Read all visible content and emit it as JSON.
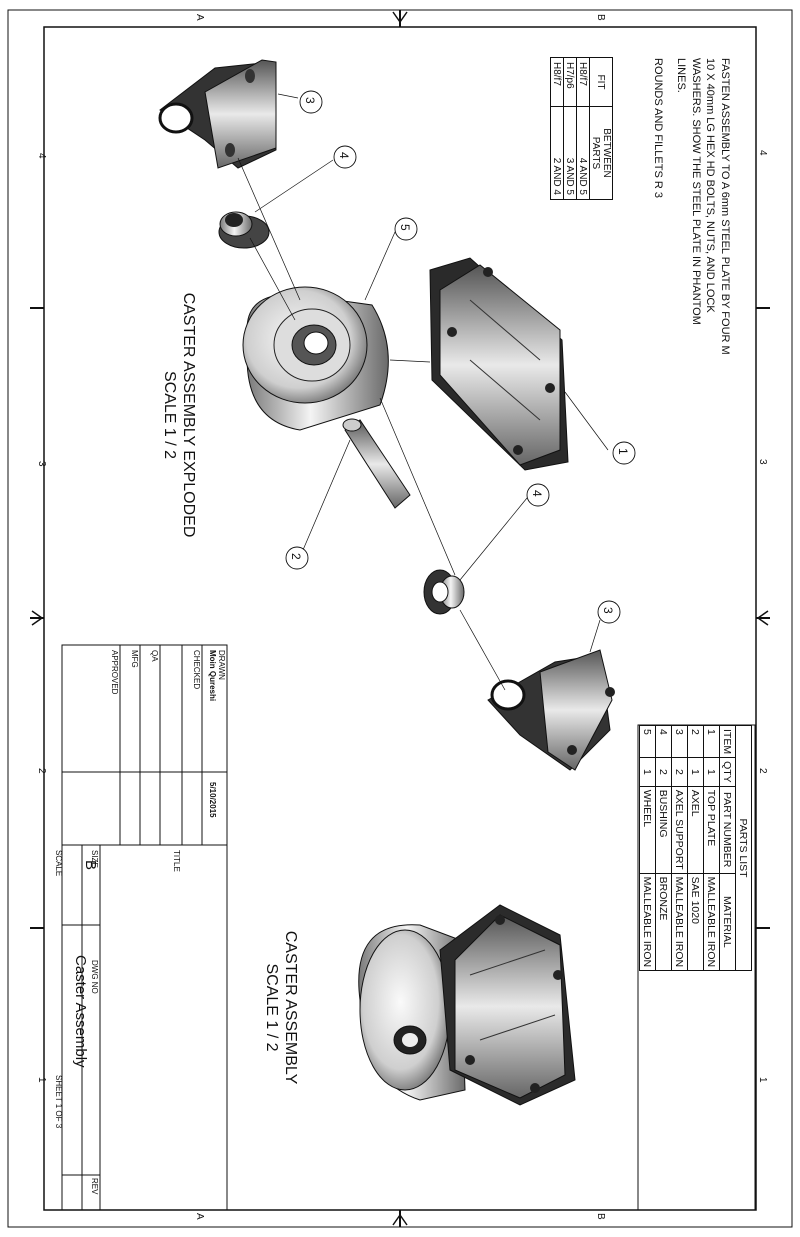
{
  "grid": {
    "row_labels": [
      "4",
      "3",
      "2",
      "1"
    ],
    "col_labels": [
      "A",
      "B"
    ]
  },
  "notes": [
    "FASTEN ASSEMBLY TO A 6mm STEEL PLATE BY FOUR M 10 X 40mm LG HEX HD BOLTS, NUTS, AND LOCK WASHERS. SHOW THE STEEL PLATE IN PHANTOM LINES.",
    "ROUNDS AND FILLETS R 3"
  ],
  "fit_table": {
    "headers": [
      "FIT",
      "BETWEEN PARTS"
    ],
    "rows": [
      [
        "H8/f7",
        "4 AND 5"
      ],
      [
        "H7/p6",
        "3 AND 5"
      ],
      [
        "H8/f7",
        "2 AND 4"
      ]
    ]
  },
  "views": {
    "exploded": [
      "CASTER ASSEMBLY EXPLODED",
      "SCALE 1 / 2"
    ],
    "assembled": [
      "CASTER ASSEMBLY",
      "SCALE 1 / 2"
    ]
  },
  "balloons": [
    "3",
    "4",
    "5",
    "1",
    "4",
    "2",
    "3"
  ],
  "parts_list": {
    "title": "PARTS LIST",
    "headers": [
      "ITEM",
      "QTY",
      "PART NUMBER",
      "MATERIAL"
    ],
    "rows": [
      [
        "1",
        "1",
        "TOP PLATE",
        "MALLEABLE IRON"
      ],
      [
        "2",
        "1",
        "AXEL",
        "SAE 1020"
      ],
      [
        "3",
        "2",
        "AXEL SUPPORT",
        "MALLEABLE IRON"
      ],
      [
        "4",
        "2",
        "BUSHING",
        "BRONZE"
      ],
      [
        "5",
        "1",
        "WHEEL",
        "MALLEABLE IRON"
      ]
    ]
  },
  "title_block": {
    "drawn_label": "DRAWN",
    "drawn_by": "Moin Qureshi",
    "drawn_date": "5/10/2015",
    "checked_label": "CHECKED",
    "qa_label": "QA",
    "mfg_label": "MFG",
    "approved_label": "APPROVED",
    "title_label": "TITLE",
    "size_label": "SIZE",
    "size": "B",
    "dwg_no_label": "DWG NO",
    "dwg_no": "Caster Assembly",
    "rev_label": "REV",
    "scale_label": "SCALE",
    "sheet": "SHEET 1  OF 3"
  },
  "colors": {
    "line": "#111111",
    "shade_dark": "#2b2b2b",
    "shade_mid": "#8c8c8c",
    "shade_light": "#e6e6e6"
  }
}
